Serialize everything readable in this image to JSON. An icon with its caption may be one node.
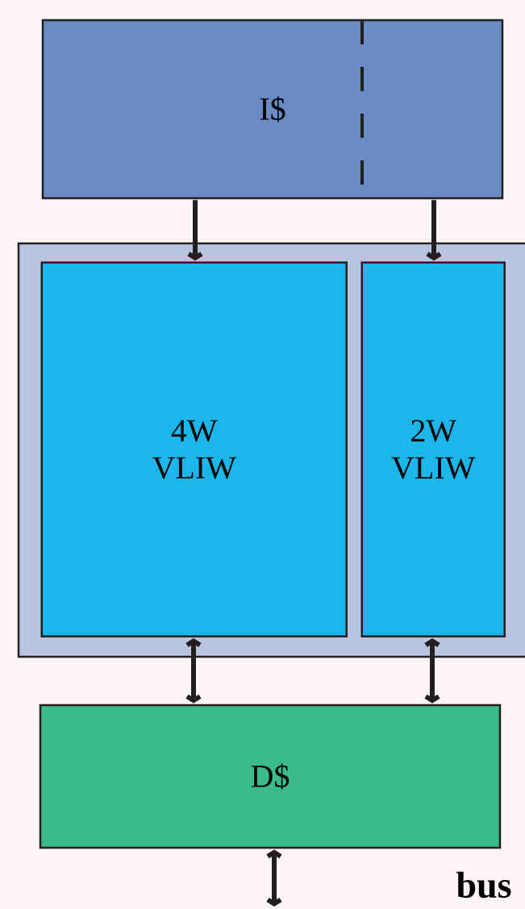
{
  "diagram": {
    "nodes": [
      {
        "text": [
          "I$"
        ]
      },
      {
        "text": [],
        "shape": "box"
      },
      {
        "text": [
          "4W VLIW"
        ],
        "in": 1
      },
      {
        "text": [
          "2W VLIW"
        ],
        "in": 1
      },
      {
        "text": [
          "D$"
        ]
      }
    ],
    "edges": [
      {
        "from": 0,
        "to": 2,
        "arrow": "to"
      },
      {
        "from": 0,
        "to": 3,
        "arrow": "to"
      },
      {
        "from": 2,
        "to": 4,
        "arrow": "both"
      },
      {
        "from": 3,
        "to": 4,
        "arrow": "both"
      },
      {
        "from": 4,
        "to": null,
        "arrow": "both"
      }
    ],
    "labels": [
      "bus"
    ]
  }
}
